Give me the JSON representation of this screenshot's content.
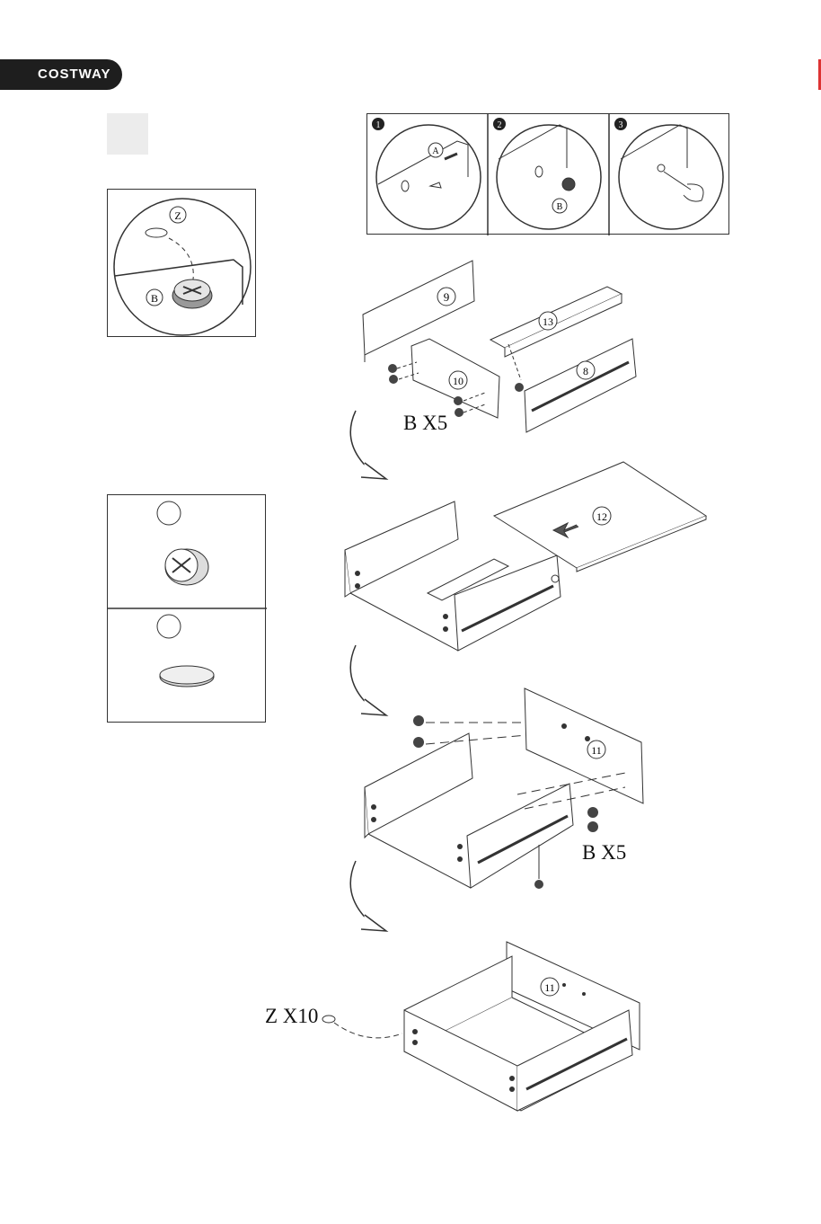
{
  "brand": {
    "name": "COSTWAY"
  },
  "hardware": {
    "b_letter": "B",
    "z_letter": "Z",
    "a_letter": "A"
  },
  "detail_steps": [
    "1",
    "2",
    "3"
  ],
  "parts": {
    "p8": "8",
    "p9": "9",
    "p10": "10",
    "p11": "11",
    "p12": "12",
    "p13": "13"
  },
  "quantities": {
    "b_first": "B X5",
    "b_second": "B X5",
    "z_count": "Z X10"
  }
}
